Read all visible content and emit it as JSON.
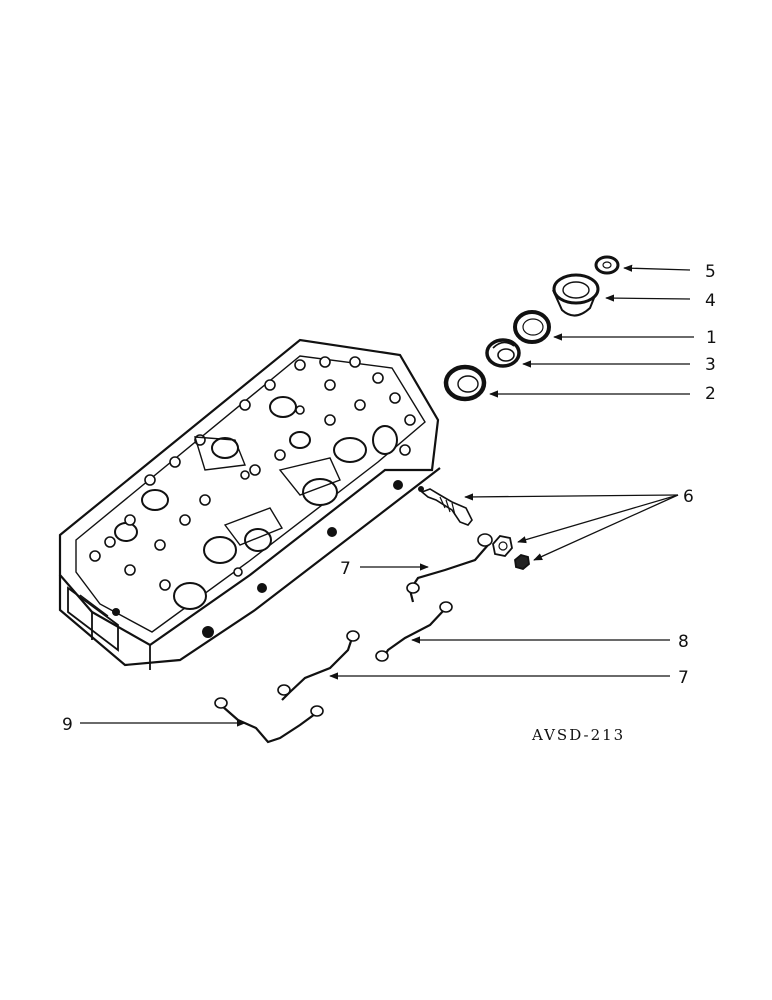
{
  "callouts": {
    "c1": "1",
    "c2": "2",
    "c3": "3",
    "c4": "4",
    "c5": "5",
    "c6": "6",
    "c7a": "7",
    "c7b": "7",
    "c8": "8",
    "c9": "9"
  },
  "drawing_code": "AVSD-213"
}
